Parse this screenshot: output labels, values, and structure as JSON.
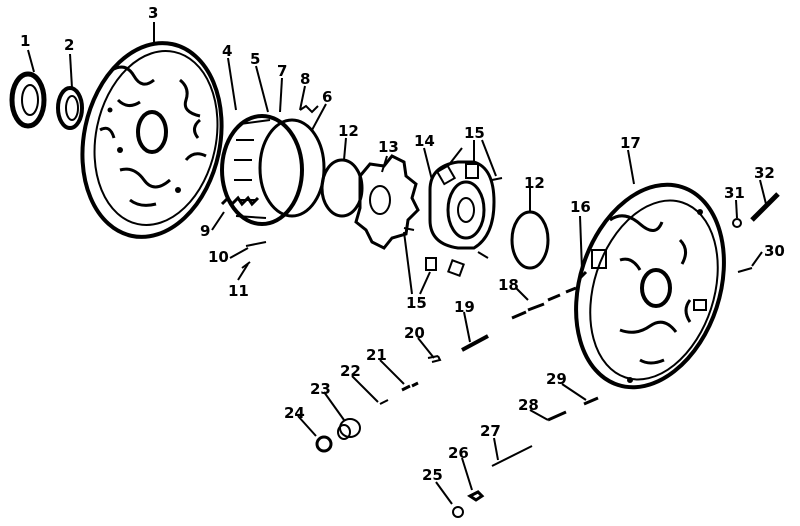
{
  "figure": {
    "callouts": [
      "1",
      "2",
      "3",
      "4",
      "5",
      "6",
      "7",
      "8",
      "9",
      "10",
      "11",
      "12",
      "12",
      "13",
      "14",
      "15",
      "15",
      "16",
      "17",
      "18",
      "19",
      "20",
      "21",
      "22",
      "23",
      "24",
      "25",
      "26",
      "27",
      "28",
      "29",
      "30",
      "31",
      "32"
    ]
  }
}
